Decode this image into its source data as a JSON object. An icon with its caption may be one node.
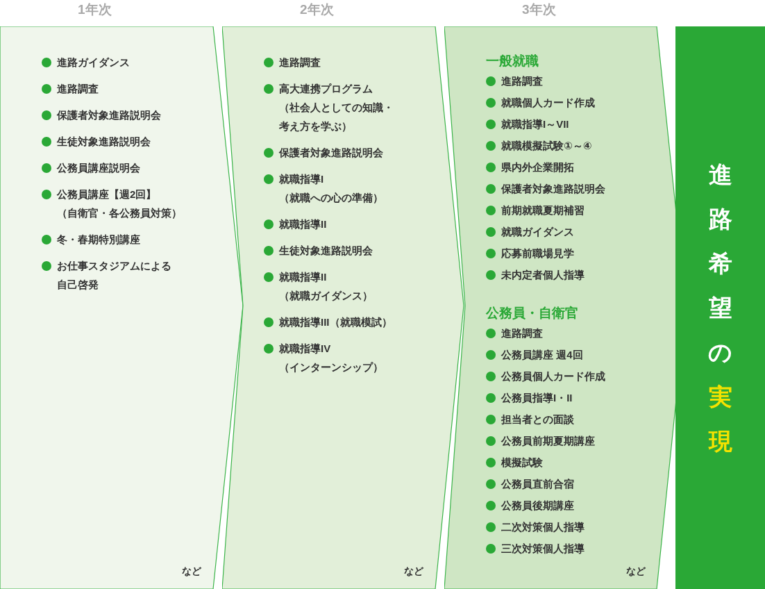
{
  "diagram": {
    "nodes": [
      {
        "text": [
          "1年次",
          "進路ガイダンス",
          "進路調査",
          "保護者対象進路説明会",
          "生徒対象進路説明会",
          "公務員講座説明会",
          "公務員講座【週2回】（自衛官・各公務員対策）",
          "冬・春期特別講座",
          "お仕事スタジアムによる自己啓発",
          "など"
        ]
      },
      {
        "text": [
          "2年次",
          "進路調査",
          "高大連携プログラム（社会人としての知識・考え方を学ぶ）",
          "保護者対象進路説明会",
          "就職指導I（就職への心の準備）",
          "就職指導II",
          "生徒対象進路説明会",
          "就職指導II（就職ガイダンス）",
          "就職指導III（就職模試）",
          "就職指導IV（インターンシップ）",
          "など"
        ]
      },
      {
        "text": [
          "3年次",
          "一般就職",
          "進路調査",
          "就職個人カード作成",
          "就職指導I～VII",
          "就職模擬試験①～④",
          "県内外企業開拓",
          "保護者対象進路説明会",
          "前期就職夏期補習",
          "就職ガイダンス",
          "応募前職場見学",
          "未内定者個人指導",
          "公務員・自衛官",
          "進路調査",
          "公務員講座 週4回",
          "公務員個人カード作成",
          "公務員指導I・II",
          "担当者との面談",
          "公務員前期夏期講座",
          "模擬試験",
          "公務員直前合宿",
          "公務員後期講座",
          "二次対策個人指導",
          "三次対策個人指導",
          "など"
        ]
      },
      {
        "text": [
          "進路希望の",
          "実現"
        ]
      }
    ]
  }
}
